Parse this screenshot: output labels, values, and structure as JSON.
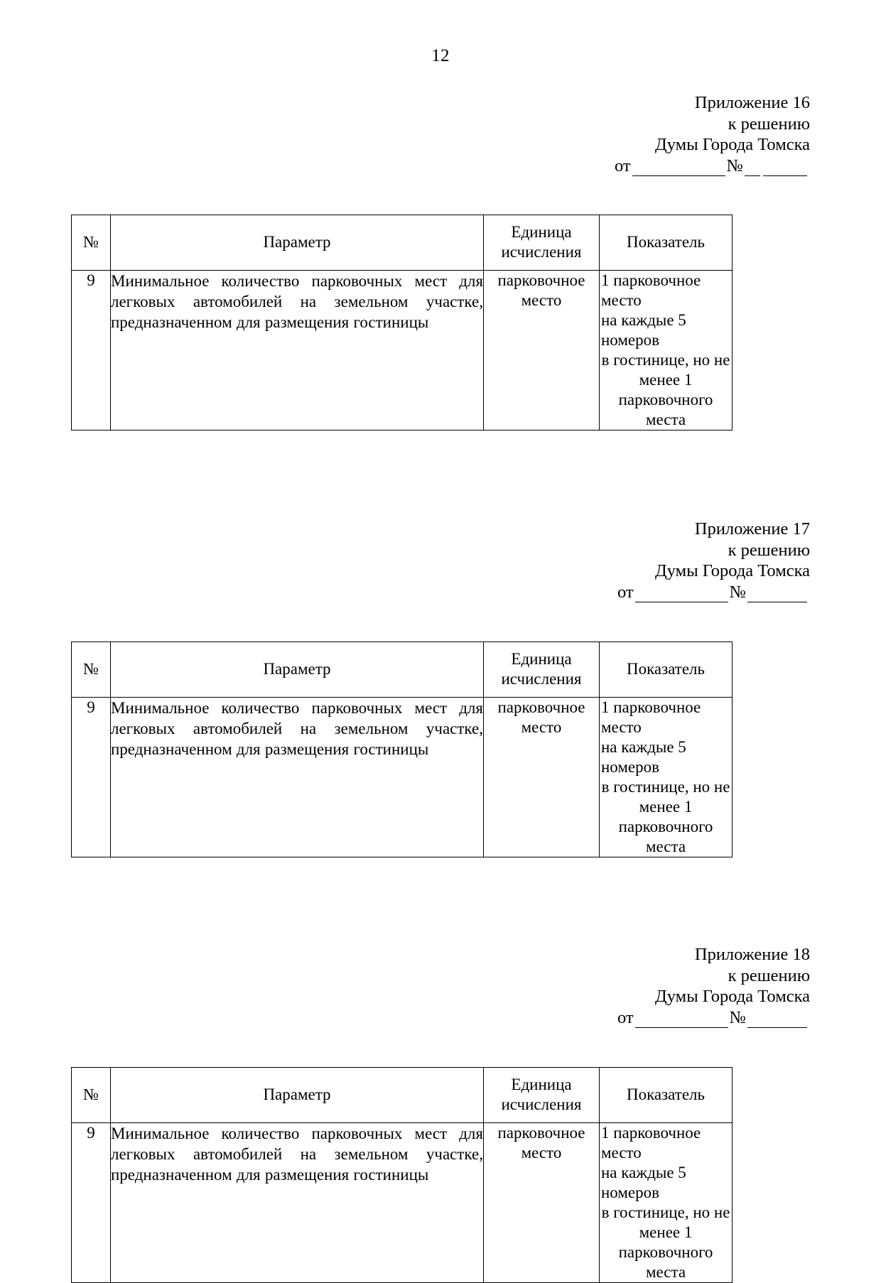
{
  "page": {
    "number": "12"
  },
  "blocks": [
    {
      "header": {
        "appendix": "Приложение 16",
        "to": "к решению",
        "authority": "Думы Города Томска",
        "from_label": "от",
        "number_sign": "№"
      },
      "table": {
        "columns": [
          {
            "label": "№"
          },
          {
            "label": "Параметр"
          },
          {
            "label_line1": "Единица",
            "label_line2": "исчисления"
          },
          {
            "label": "Показатель"
          }
        ],
        "rows": [
          {
            "num": "9",
            "param": "Минимальное количество парковочных мест для легковых автомобилей на земельном участке, предназначенном для размещения гостиницы",
            "unit_line1": "парковочное",
            "unit_line2": "место",
            "indicator_lines": [
              "1 парковочное место",
              "на каждые 5 номеров",
              "в гостинице, но не",
              "менее 1",
              "парковочного места"
            ]
          }
        ]
      }
    },
    {
      "header": {
        "appendix": "Приложение 17",
        "to": "к решению",
        "authority": "Думы Города Томска",
        "from_label": "от",
        "number_sign": "№"
      },
      "table": {
        "columns": [
          {
            "label": "№"
          },
          {
            "label": "Параметр"
          },
          {
            "label_line1": "Единица",
            "label_line2": "исчисления"
          },
          {
            "label": "Показатель"
          }
        ],
        "rows": [
          {
            "num": "9",
            "param": "Минимальное количество парковочных мест для легковых автомобилей на земельном участке, предназначенном для размещения гостиницы",
            "unit_line1": "парковочное",
            "unit_line2": "место",
            "indicator_lines": [
              "1 парковочное место",
              "на каждые 5 номеров",
              "в гостинице, но не",
              "менее 1",
              "парковочного места"
            ]
          }
        ]
      }
    },
    {
      "header": {
        "appendix": "Приложение 18",
        "to": "к решению",
        "authority": "Думы Города Томска",
        "from_label": "от",
        "number_sign": "№"
      },
      "table": {
        "columns": [
          {
            "label": "№"
          },
          {
            "label": "Параметр"
          },
          {
            "label_line1": "Единица",
            "label_line2": "исчисления"
          },
          {
            "label": "Показатель"
          }
        ],
        "rows": [
          {
            "num": "9",
            "param": "Минимальное количество парковочных мест для легковых автомобилей на земельном участке, предназначенном для размещения гостиницы",
            "unit_line1": "парковочное",
            "unit_line2": "место",
            "indicator_lines": [
              "1 парковочное место",
              "на каждые 5 номеров",
              "в гостинице, но не",
              "менее 1",
              "парковочного места"
            ]
          }
        ]
      }
    }
  ]
}
